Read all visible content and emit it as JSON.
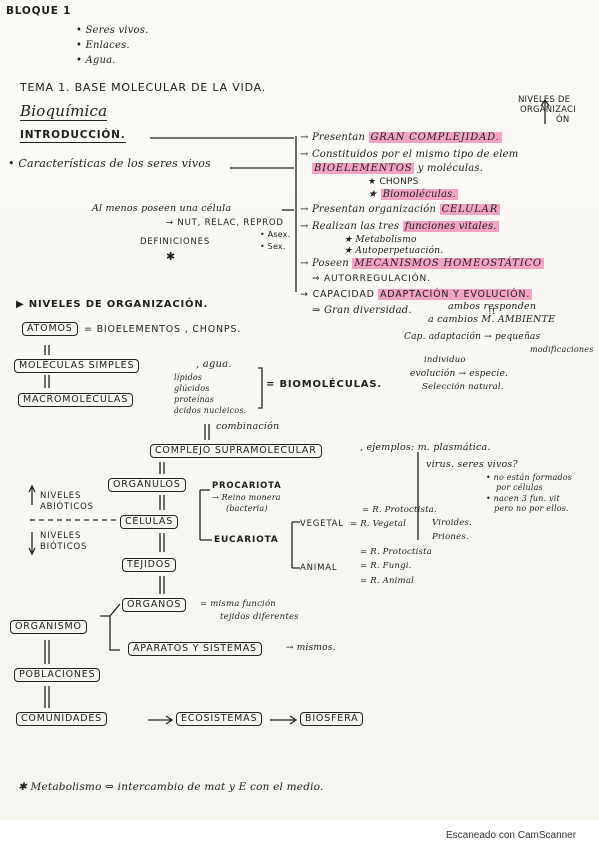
{
  "bloque": {
    "title": "BLOQUE 1",
    "items": [
      "• Seres vivos.",
      "• Enlaces.",
      "• Agua."
    ]
  },
  "tema": "TEMA 1. BASE MOLECULAR DE LA VIDA.",
  "bioquimica": "Bioquímica",
  "niveles_corner": [
    "NIVELES DE",
    "ORGANIZACI",
    "ÓN"
  ],
  "introduccion": "INTRODUCCIÓN.",
  "caracteristicas": "• Características de los seres vivos",
  "right_list": {
    "l1_prefix": "→ Presentan",
    "l1_hl": "GRAN COMPLEJIDAD.",
    "l2": "→ Constituidos por el mismo tipo de elem",
    "l3_hl": "BIOELEMENTOS",
    "l3_rest": "y moléculas.",
    "l4": "★ CHONPS",
    "l5_prefix": "★",
    "l5_hl": "Biomoléculas.",
    "l6_prefix": "→ Presentan organización",
    "l6_hl": "CELULAR",
    "l7_prefix": "→ Realizan las tres",
    "l7_hl": "funciones vitales.",
    "l8": "★ Metabolismo",
    "l9": "★ Autoperpetuación.",
    "l10_prefix": "→ Poseen",
    "l10_hl": "MECANISMOS HOMEOSTÁTICO",
    "l11": "⇒ AUTORREGULACIÓN.",
    "l12_prefix": "→ CAPACIDAD",
    "l12_hl": "ADAPTACIÓN Y EVOLUCIÓN.",
    "l13": "⇒ Gran diversidad.",
    "mark": "!!"
  },
  "left_notes": {
    "armenos": "Al menos poseen una célula",
    "nut": "→ NUT, RELAC, REPROD",
    "asex": "• Asex.",
    "sex": "• Sex.",
    "definiciones": "DEFINICIONES",
    "star": "✱"
  },
  "niveles_heading": "▶ NIVELES DE ORGANIZACIÓN.",
  "atomos": "ÁTOMOS",
  "atomos_rest": "= BIOELEMENTOS , CHONPS.",
  "moleculas": "MOLÉCULAS SIMPLES",
  "moleculas_rest": ", agua.",
  "macro": "MACROMOLÉCULAS",
  "macro_list": [
    "lípidos",
    "glúcidos",
    "proteínas",
    "ácidos nucleicos."
  ],
  "biomoleculas": "= BIOMOLÉCULAS.",
  "combinacion": "combinación",
  "complejo": "COMPLEJO SUPRAMOLECULAR",
  "ejemplos": ", ejemplos: m. plasmática.",
  "ambos": [
    "ambos responden",
    "a cambios M. AMBIENTE",
    "Cap. adaptación → pequeñas",
    "modificaciones",
    "individuo",
    "evolución → especie.",
    "Selección natural."
  ],
  "virus": [
    "virus. seres vivos?",
    "• no están formados",
    "por células",
    "• nacen 3 fun. vit",
    "pero no por ellos."
  ],
  "organulos": "ORGÁNULOS",
  "niveles_abioticos": [
    "NIVELES",
    "ABIÓTICOS"
  ],
  "niveles_bioticos": [
    "NIVELES",
    "BIÓTICOS"
  ],
  "celulas": "CÉLULAS",
  "procariota": "PROCARIOTA",
  "reino_monera": [
    "→ Reino monera",
    "(bacteria)"
  ],
  "r_protoctista": "= R. Protoctista.",
  "eucariota": "EUCARIOTA",
  "vegetal": "VEGETAL",
  "r_vegetal": "= R. Vegetal",
  "viroides": "Viroides.",
  "priones": "Priones.",
  "animal": "ANIMAL",
  "animal_list": [
    "= R. Protoctista",
    "= R. Fungi.",
    "= R. Animal"
  ],
  "tejidos": "TEJIDOS",
  "organos": "ÓRGANOS",
  "organos_rest": [
    "= misma función",
    "tejidos diferentes"
  ],
  "organismo": "ORGANISMO",
  "aparatos": "APARATOS Y SISTEMAS",
  "aparatos_rest": "→ mismos.",
  "poblaciones": "POBLACIONES",
  "comunidades": "COMUNIDADES",
  "ecosistemas": "ECOSISTEMAS",
  "biosfera": "BIOSFERA",
  "footnote": "✱ Metabolismo ⇔ intercambio de mat y E con el medio.",
  "camscanner": "Escaneado con CamScanner"
}
